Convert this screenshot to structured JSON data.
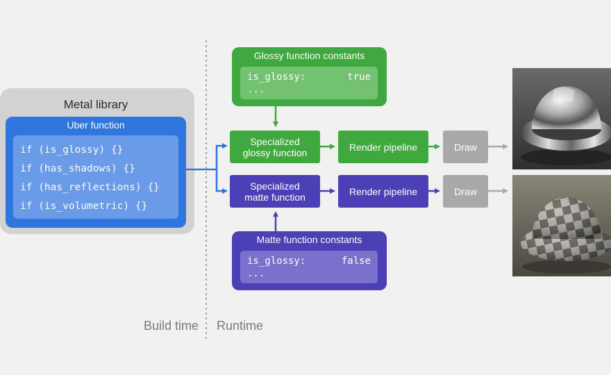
{
  "metal_library": {
    "title": "Metal library",
    "uber_function": {
      "title": "Uber function",
      "code": [
        "if (is_glossy) {}",
        "if (has_shadows) {}",
        "if (has_reflections) {}",
        "if (is_volumetric) {}"
      ]
    }
  },
  "glossy": {
    "constants_title": "Glossy function constants",
    "constant_name": "is_glossy:",
    "constant_value": "true",
    "ellipsis": "...",
    "specialized_line1": "Specialized",
    "specialized_line2": "glossy function",
    "pipeline": "Render pipeline",
    "draw": "Draw"
  },
  "matte": {
    "constants_title": "Matte function constants",
    "constant_name": "is_glossy:",
    "constant_value": "false",
    "ellipsis": "...",
    "specialized_line1": "Specialized",
    "specialized_line2": "matte function",
    "pipeline": "Render pipeline",
    "draw": "Draw"
  },
  "labels": {
    "build_time": "Build time",
    "runtime": "Runtime"
  },
  "colors": {
    "glossy": "#3fa83f",
    "matte": "#4b40b5",
    "uber": "#2f76de",
    "draw": "#a9a9a9",
    "library": "#d2d2d2"
  }
}
